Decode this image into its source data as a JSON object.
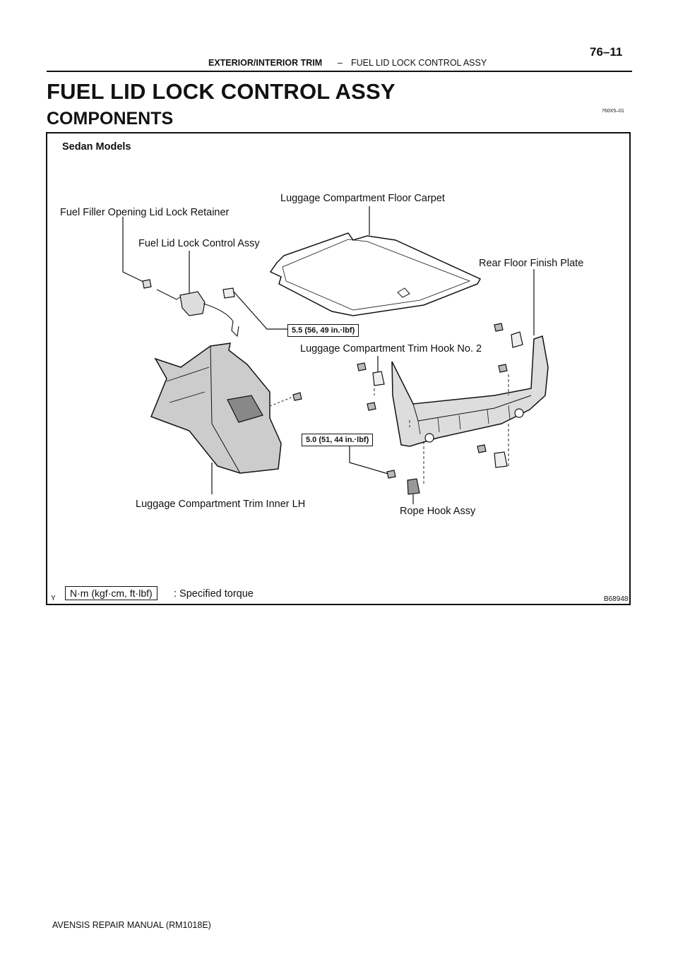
{
  "header": {
    "section": "EXTERIOR/INTERIOR TRIM",
    "separator": "–",
    "title": "FUEL LID LOCK CONTROL ASSY",
    "page_number": "76–11"
  },
  "page_title": "FUEL LID LOCK CONTROL ASSY",
  "section_heading": "COMPONENTS",
  "figure_code": "760X5–01",
  "figure": {
    "model": "Sedan Models",
    "labels": {
      "fuel_filler_retainer": "Fuel Filler Opening Lid Lock Retainer",
      "floor_carpet": "Luggage Compartment Floor Carpet",
      "lock_control": "Fuel Lid Lock Control Assy",
      "rear_floor_plate": "Rear Floor Finish Plate",
      "trim_hook": "Luggage Compartment Trim Hook No. 2",
      "trim_inner": "Luggage Compartment Trim Inner LH",
      "rope_hook": "Rope Hook Assy"
    },
    "torques": {
      "t1": "5.5 (56, 49 in.·lbf)",
      "t2": "5.0 (51, 44 in.·lbf)"
    },
    "legend": {
      "marker": "Y",
      "unit": "N·m (kgf·cm, ft·lbf)",
      "text": ": Specified torque"
    },
    "image_code": "B68948"
  },
  "footer": "AVENSIS REPAIR MANUAL   (RM1018E)"
}
